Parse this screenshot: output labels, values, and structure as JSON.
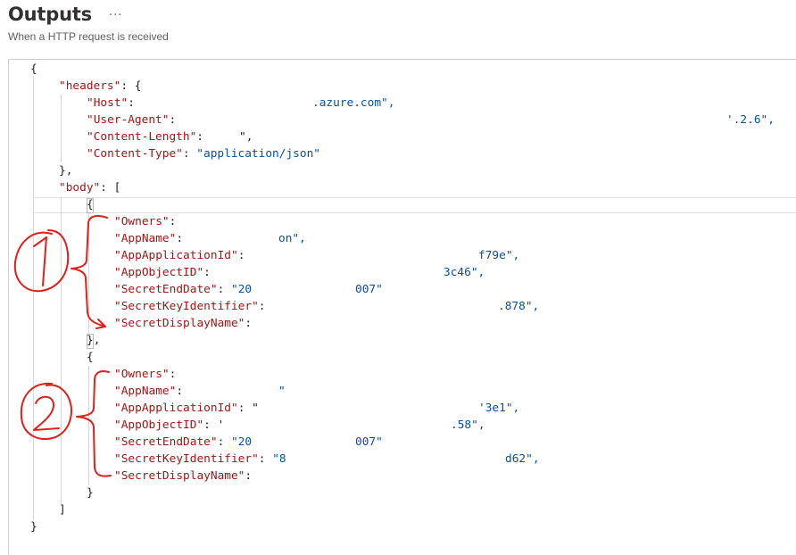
{
  "page": {
    "title": "Outputs",
    "more_icon": "···",
    "subtitle": "When a HTTP request is received"
  },
  "code": {
    "open_brace": "{",
    "headers_key": "\"headers\"",
    "headers_open": ": {",
    "host_key": "\"Host\"",
    "host_colon": ":",
    "host_value": ".azure.com\",",
    "user_agent_key": "\"User-Agent\"",
    "user_agent_colon": ":",
    "user_agent_value": "'.2.6\",",
    "content_length_key": "\"Content-Length\"",
    "content_length_colon": ":",
    "content_length_value": "\",",
    "content_type_key": "\"Content-Type\"",
    "content_type_colon": ": ",
    "content_type_value": "\"application/json\"",
    "headers_close": "},",
    "body_key": "\"body\"",
    "body_open": ": [",
    "item1": {
      "open": "{",
      "owners_key": "\"Owners\"",
      "owners_colon": ":",
      "appname_key": "\"AppName\"",
      "appname_colon": ":",
      "appname_value": "on\",",
      "appappid_key": "\"AppApplicationId\"",
      "appappid_colon": ":",
      "appappid_value": "f79e\",",
      "appobjid_key": "\"AppObjectID\"",
      "appobjid_colon": ":",
      "appobjid_value": "3c46\",",
      "secretend_key": "\"SecretEndDate\"",
      "secretend_colon": ": ",
      "secretend_value_start": "\"20",
      "secretend_value_end": "007\"",
      "secretkey_key": "\"SecretKeyIdentifier\"",
      "secretkey_colon": ":",
      "secretkey_value": ".878\",",
      "secretdisp_key": "\"SecretDisplayName\"",
      "secretdisp_colon": ":",
      "close": "},"
    },
    "item2": {
      "open": "{",
      "owners_key": "\"Owners\"",
      "owners_colon": ":",
      "appname_key": "\"AppName\"",
      "appname_colon": ":",
      "appname_value": "\"",
      "appappid_key": "\"AppApplicationId\"",
      "appappid_colon": ": \"",
      "appappid_value": "'3e1\",",
      "appobjid_key": "\"AppObjectID\"",
      "appobjid_colon": ": '",
      "appobjid_value": ".58\",",
      "secretend_key": "\"SecretEndDate\"",
      "secretend_colon": ": ",
      "secretend_value_start": "\"20",
      "secretend_value_end": "007\"",
      "secretkey_key": "\"SecretKeyIdentifier\"",
      "secretkey_colon": ": ",
      "secretkey_value_start": "\"8",
      "secretkey_value": "d62\",",
      "secretdisp_key": "\"SecretDisplayName\"",
      "secretdisp_colon": ":",
      "close": "}"
    },
    "body_close": "]",
    "close_brace": "}"
  },
  "annotations": {
    "label_1": "1",
    "label_2": "2",
    "color": "#e0201a"
  },
  "colors": {
    "key": "#a31515",
    "string": "#0451a5",
    "punctuation": "#1f1f1f"
  }
}
